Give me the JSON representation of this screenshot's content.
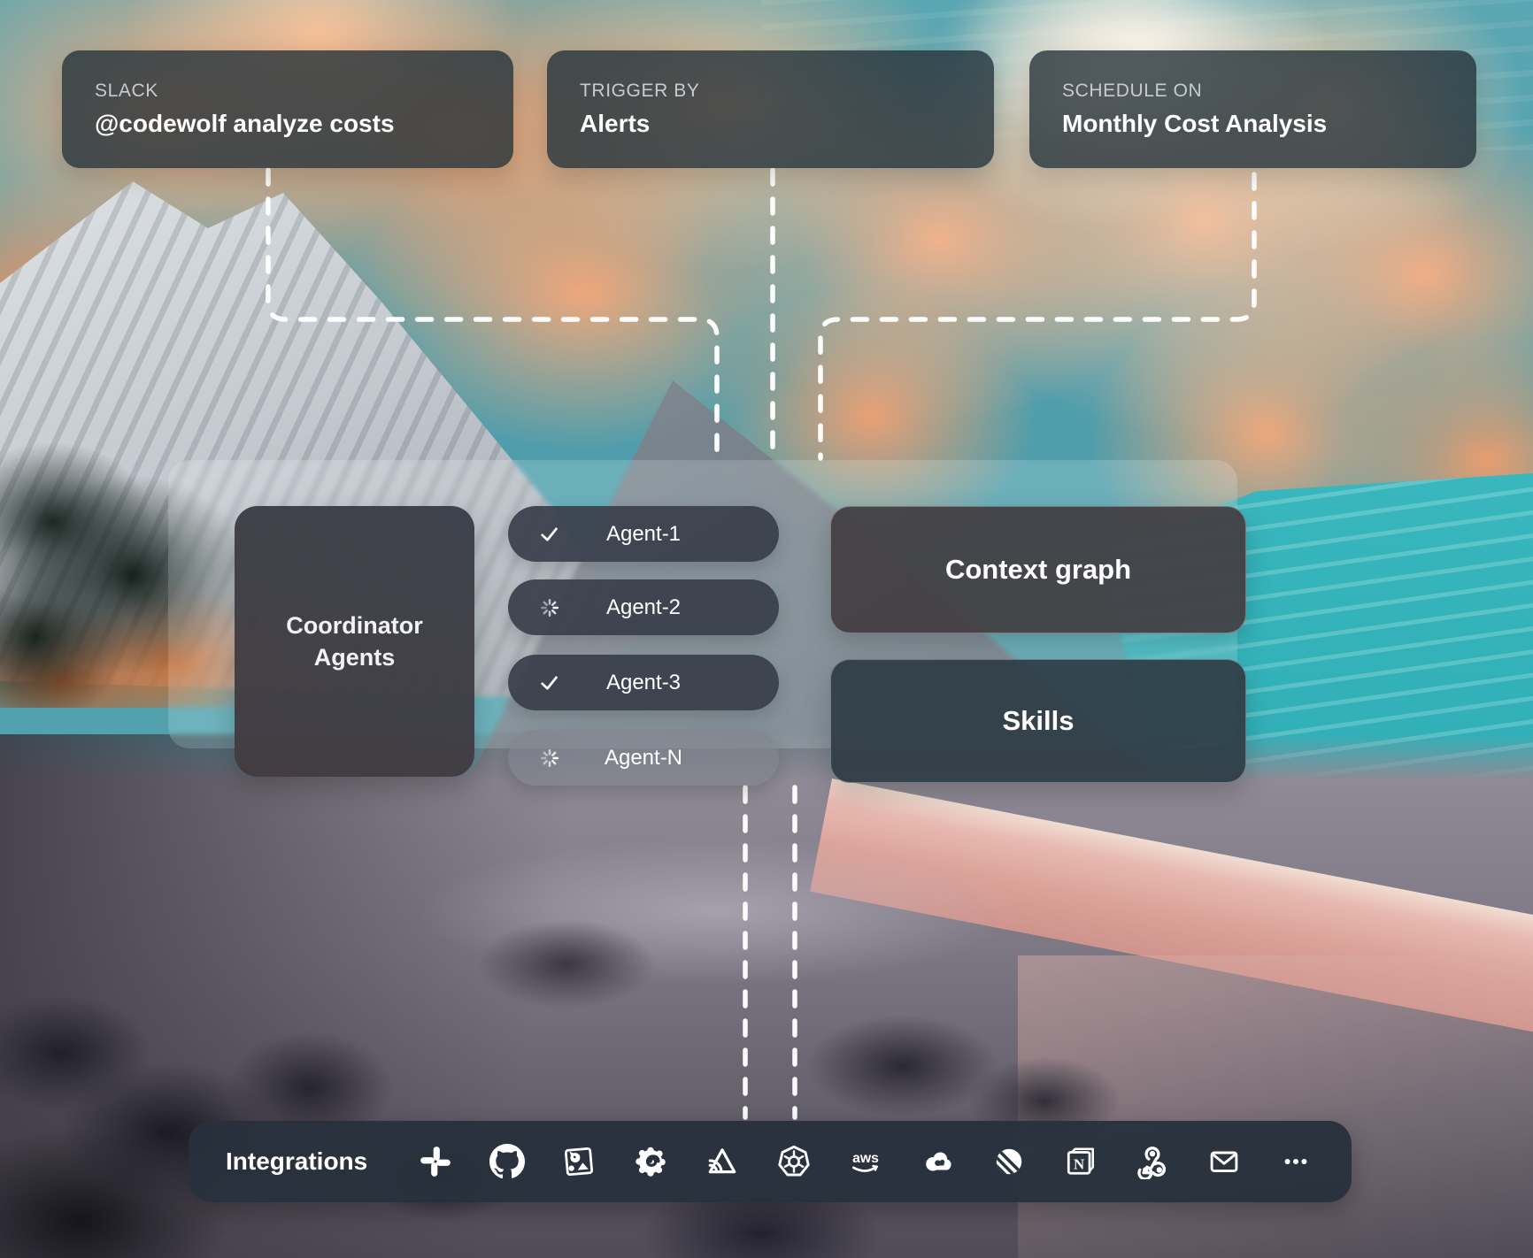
{
  "cards": [
    {
      "label": "SLACK",
      "value": "@codewolf analyze costs"
    },
    {
      "label": "TRIGGER BY",
      "value": "Alerts"
    },
    {
      "label": "SCHEDULE ON",
      "value": "Monthly Cost Analysis"
    }
  ],
  "panel": {
    "coordinator": {
      "title": "Coordinator Agents"
    },
    "agents": [
      {
        "name": "Agent-1",
        "status": "done"
      },
      {
        "name": "Agent-2",
        "status": "running"
      },
      {
        "name": "Agent-3",
        "status": "done"
      },
      {
        "name": "Agent-N",
        "status": "running"
      }
    ],
    "context_graph": {
      "title": "Context graph"
    },
    "skills": {
      "title": "Skills"
    }
  },
  "integrations": {
    "label": "Integrations",
    "icons": [
      "slack",
      "github",
      "datadog",
      "grafana",
      "sentry",
      "kubernetes",
      "aws",
      "cloud",
      "linear",
      "notion",
      "webhook",
      "mail",
      "more"
    ]
  },
  "colors": {
    "card_bg": "rgba(33,47,57,0.78)",
    "pill_bg": "rgba(56,62,74,0.92)",
    "pill_muted_bg": "rgba(128,130,140,0.62)",
    "node_context_bg": "rgba(66,61,66,0.93)",
    "node_skills_bg": "rgba(46,60,70,0.93)",
    "node_border": "rgba(255,255,255,0.30)",
    "bar_bg": "rgba(38,48,59,0.94)",
    "connector": "#ffffff",
    "label_text": "#c6cbd2",
    "value_text": "#ffffff"
  }
}
